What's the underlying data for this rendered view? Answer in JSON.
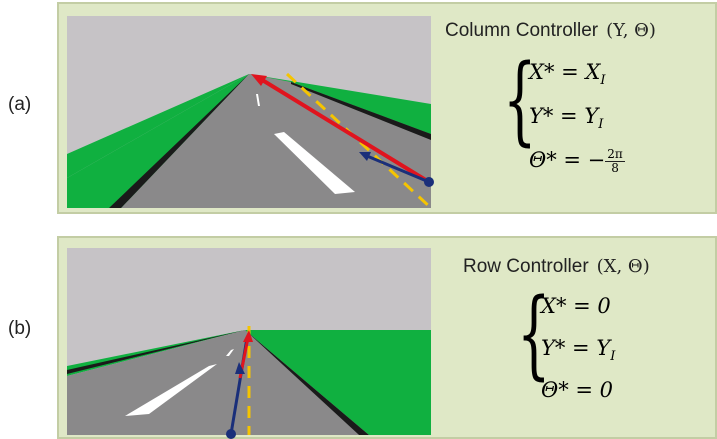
{
  "panels": [
    {
      "label": "(a)",
      "controller_name": "Column Controller",
      "controller_args": "(Y, Θ)",
      "equations": [
        {
          "lhs": "X* = ",
          "rhs": "X",
          "rhs_sub": "I"
        },
        {
          "lhs": "Y* = ",
          "rhs": "Y",
          "rhs_sub": "I"
        },
        {
          "lhs": "Θ* = −",
          "frac_num": "2π",
          "frac_den": "8"
        }
      ]
    },
    {
      "label": "(b)",
      "controller_name": "Row Controller",
      "controller_args": "(X, Θ)",
      "equations": [
        {
          "lhs": "X* = ",
          "rhs": "0"
        },
        {
          "lhs": "Y* = ",
          "rhs": "Y",
          "rhs_sub": "I"
        },
        {
          "lhs": "Θ* = ",
          "rhs": "0"
        }
      ]
    }
  ],
  "colors": {
    "sky": "#c6c3c6",
    "grass": "#10b040",
    "road": "#8a898a",
    "road_shadow": "#1a1a1a",
    "lane_marking": "#ffffff",
    "target_arrow": "#e0141e",
    "current_arrow": "#1a2f7a",
    "guide_line": "#f5c400"
  }
}
